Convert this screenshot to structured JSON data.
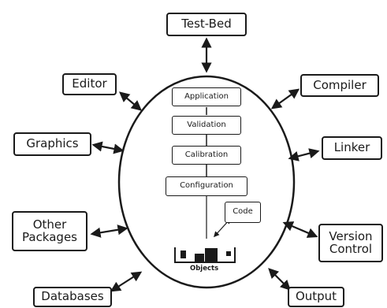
{
  "peripherals": {
    "test_bed": "Test-Bed",
    "editor": "Editor",
    "compiler": "Compiler",
    "graphics": "Graphics",
    "linker": "Linker",
    "other_packages": "Other\nPackages",
    "version_control": "Version\nControl",
    "databases": "Databases",
    "output": "Output"
  },
  "stages": {
    "application": "Application",
    "validation": "Validation",
    "calibration": "Calibration",
    "configuration": "Configuration"
  },
  "code": "Code",
  "objects": "Objects",
  "colors": {
    "ink": "#1a1a1a",
    "background": "#ffffff"
  }
}
